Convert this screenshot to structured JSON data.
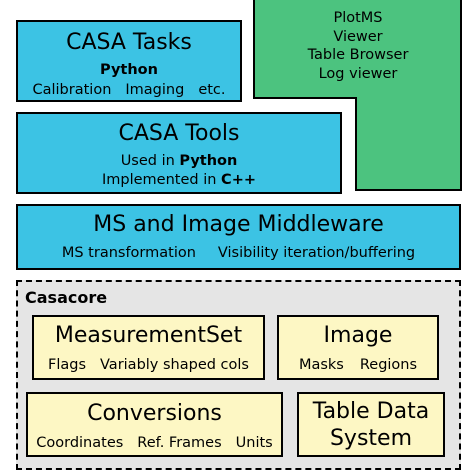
{
  "colors": {
    "tasks_tools_middleware": "#3cc3e4",
    "gui_tools": "#4cc37f",
    "casacore_components": "#fdf7c4",
    "casacore_background": "#e5e5e5"
  },
  "gui_tools": {
    "items": [
      "PlotMS",
      "Viewer",
      "Table Browser",
      "Log viewer"
    ]
  },
  "tasks": {
    "title": "CASA Tasks",
    "language": "Python",
    "examples": [
      "Calibration",
      "Imaging",
      "etc."
    ]
  },
  "tools": {
    "title": "CASA Tools",
    "used_in_prefix": "Used in",
    "used_in_language": "Python",
    "implemented_prefix": "Implemented in",
    "implemented_language": "C++"
  },
  "middleware": {
    "title": "MS and Image Middleware",
    "features": [
      "MS transformation",
      "Visibility iteration/buffering"
    ]
  },
  "casacore": {
    "title": "Casacore",
    "measurement_set": {
      "title": "MeasurementSet",
      "features": [
        "Flags",
        "Variably shaped cols"
      ]
    },
    "image": {
      "title": "Image",
      "features": [
        "Masks",
        "Regions"
      ]
    },
    "conversions": {
      "title": "Conversions",
      "features": [
        "Coordinates",
        "Ref. Frames",
        "Units"
      ]
    },
    "table_data_system": {
      "title_line1": "Table Data",
      "title_line2": "System"
    }
  }
}
